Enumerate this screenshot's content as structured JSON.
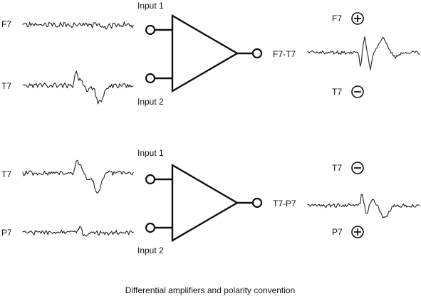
{
  "caption": "Differential amplifiers and polarity convention",
  "colors": {
    "stroke": "#111111",
    "trace": "#222222",
    "background": "#ffffff"
  },
  "top": {
    "input1_label": "Input 1",
    "input2_label": "Input 2",
    "left_trace1_label": "F7",
    "left_trace2_label": "T7",
    "output_label": "F7-T7",
    "right_pos_label": "F7",
    "right_neg_label": "T7",
    "pos_symbol": "plus-circle",
    "neg_symbol": "minus-circle"
  },
  "bottom": {
    "input1_label": "Input 1",
    "input2_label": "Input 2",
    "left_trace1_label": "T7",
    "left_trace2_label": "P7",
    "output_label": "T7-P7",
    "right_neg_label": "T7",
    "right_pos_label": "P7",
    "pos_symbol": "plus-circle",
    "neg_symbol": "minus-circle"
  }
}
